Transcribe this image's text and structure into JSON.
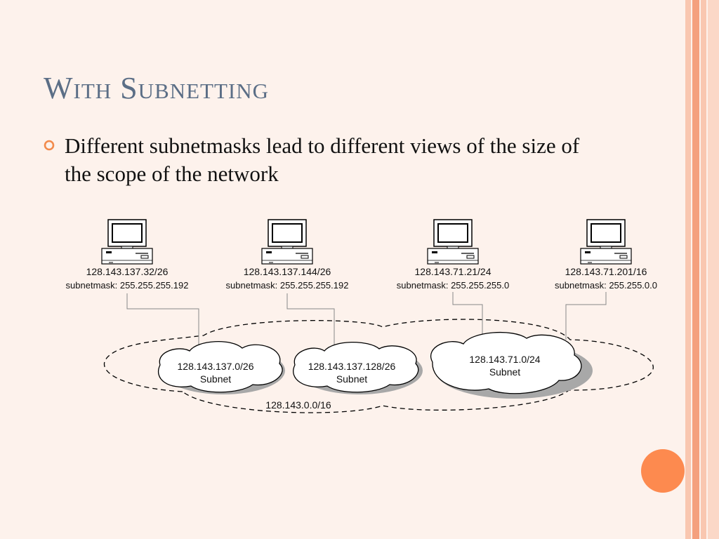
{
  "slide": {
    "title": "With Subnetting",
    "bullets": [
      "Different subnetmasks lead to different views of the size of the scope of the network"
    ]
  },
  "colors": {
    "title": "#5b6e86",
    "accent": "#fd8a4f",
    "background": "#fdf2ec",
    "stripe_light": "#f9c7b0",
    "stripe_dark": "#f4a07e"
  },
  "icons": {
    "bullet": "circle-bullet-icon",
    "host": "desktop-computer-icon"
  },
  "diagram": {
    "hosts": [
      {
        "ip": "128.143.137.32/26",
        "mask": "subnetmask: 255.255.255.192"
      },
      {
        "ip": "128.143.137.144/26",
        "mask": "subnetmask: 255.255.255.192"
      },
      {
        "ip": "128.143.71.21/24",
        "mask": "subnetmask: 255.255.255.0"
      },
      {
        "ip": "128.143.71.201/16",
        "mask": "subnetmask: 255.255.0.0"
      }
    ],
    "subnets": [
      {
        "address": "128.143.137.0/26",
        "label": "Subnet"
      },
      {
        "address": "128.143.137.128/26",
        "label": "Subnet"
      },
      {
        "address": "128.143.71.0/24",
        "label": "Subnet"
      }
    ],
    "network": {
      "address": "128.143.0.0/16"
    }
  }
}
